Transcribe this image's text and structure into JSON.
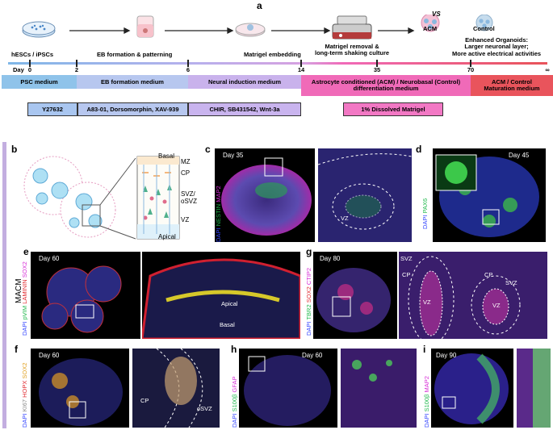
{
  "panel_a": {
    "label": "a",
    "steps": [
      "hESCs / iPSCs",
      "EB formation & patterning",
      "Matrigel embedding",
      "Matrigel removal &\nlong-term shaking culture",
      "ACM",
      "VS",
      "Control",
      "Enhanced Organoids:\nLarger neuronal layer;\nMore active electrical activities"
    ],
    "day_label": "Day",
    "days": [
      "0",
      "2",
      "6",
      "14",
      "35",
      "70",
      "∞"
    ],
    "media": [
      "PSC medium",
      "EB formation medium",
      "Neural induction medium",
      "Astrocyte conditioned (ACM) / Neurobasal (Control)\ndifferentiation medium",
      "ACM / Control\nMaturation medium"
    ],
    "additives": [
      "Y27632",
      "A83-01, Dorsomorphin, XAV-939",
      "CHIR, SB431542, Wnt-3a",
      "1% Dissolved Matrigel"
    ],
    "colors": {
      "psc": "#8fc3ea",
      "eb": "#b7c7ef",
      "neural": "#c9b2ec",
      "acm": "#f06ab8",
      "mat": "#e9545c",
      "add1": "#a9c6f0",
      "add2": "#c9b4ee",
      "add3": "#f278c4"
    }
  },
  "side_label": "MACM",
  "panel_b": {
    "label": "b",
    "layers": [
      "Basal",
      "MZ",
      "CP",
      "SVZ/\noSVZ",
      "VZ",
      "Apical"
    ]
  },
  "panel_c": {
    "label": "c",
    "day": "Day 35",
    "stains": [
      "DAPI",
      "NESTIN",
      "MAP2"
    ],
    "region": "VZ"
  },
  "panel_d": {
    "label": "d",
    "day": "Day 45",
    "stains": [
      "DAPI",
      "PAX6"
    ]
  },
  "panel_e": {
    "label": "e",
    "day": "Day 60",
    "stains": [
      "DAPI",
      "pVIM",
      "LAMININ",
      "SOX2"
    ],
    "annotations": [
      "Apical",
      "Basal"
    ]
  },
  "panel_f": {
    "label": "f",
    "day": "Day 60",
    "stains": [
      "DAPI",
      "KI67",
      "HOPX",
      "SOX2"
    ],
    "regions": [
      "CP",
      "oSVZ"
    ]
  },
  "panel_g": {
    "label": "g",
    "day": "Day 80",
    "stains": [
      "DAPI",
      "TBR2",
      "SOX2",
      "CTIP2"
    ],
    "regions": [
      "SVZ",
      "CP",
      "VZ",
      "CP",
      "SVZ",
      "VZ"
    ]
  },
  "panel_h": {
    "label": "h",
    "day": "Day 60",
    "stains": [
      "DAPI",
      "S100β",
      "GFAP"
    ]
  },
  "panel_i": {
    "label": "i",
    "day": "Day 90",
    "stains": [
      "DAPI",
      "S100β",
      "MAP2"
    ]
  }
}
